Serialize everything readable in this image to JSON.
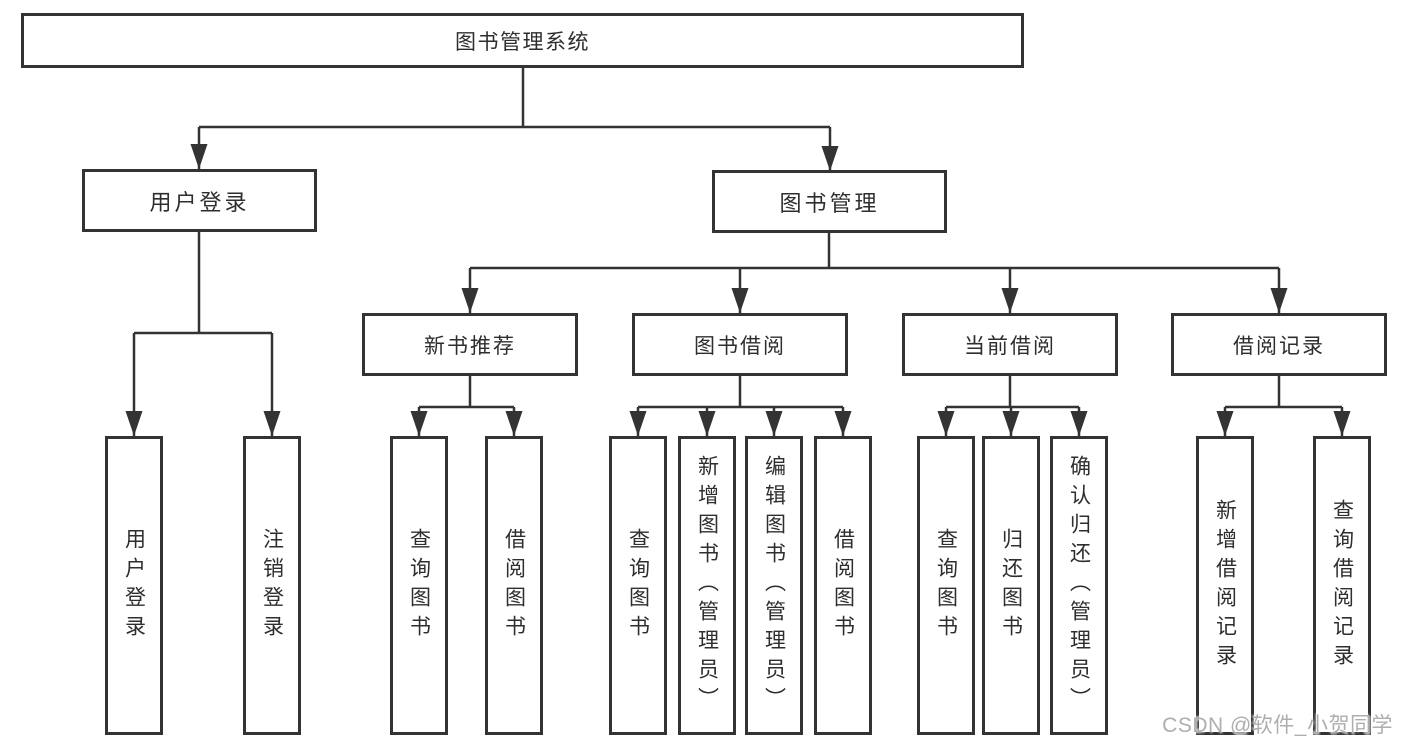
{
  "diagram": {
    "title": "图书管理系统",
    "level2": [
      "用户登录",
      "图书管理"
    ],
    "level3": [
      "新书推荐",
      "图书借阅",
      "当前借阅",
      "借阅记录"
    ],
    "leaves": {
      "login": [
        "用户登录",
        "注销登录"
      ],
      "newbook": [
        "查询图书",
        "借阅图书"
      ],
      "borrow": [
        "查询图书",
        "新增图书（管理员）",
        "编辑图书（管理员）",
        "借阅图书"
      ],
      "current": [
        "查询图书",
        "归还图书",
        "确认归还（管理员）"
      ],
      "record": [
        "新增借阅记录",
        "查询借阅记录"
      ]
    }
  },
  "watermark": "CSDN @软件_小贺同学",
  "colors": {
    "line": "#333333",
    "box_border": "#333333",
    "text": "#2e2e2e",
    "watermark": "#aeaeae",
    "background": "#ffffff"
  }
}
